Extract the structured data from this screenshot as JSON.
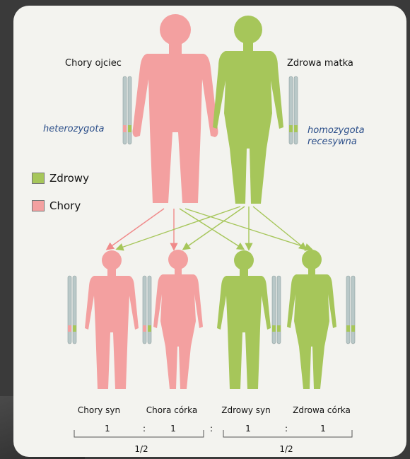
{
  "parents": {
    "father_label": "Chory ojciec",
    "mother_label": "Zdrowa matka",
    "father_genotype": "heterozygota",
    "mother_genotype_line1": "homozygota",
    "mother_genotype_line2": "recesywna"
  },
  "legend": {
    "healthy": "Zdrowy",
    "sick": "Chory",
    "healthy_color": "#a6c65a",
    "sick_color": "#f3a0a0"
  },
  "children": [
    {
      "label": "Chory syn",
      "status": "sick"
    },
    {
      "label": "Chora córka",
      "status": "sick"
    },
    {
      "label": "Zdrowy syn",
      "status": "healthy"
    },
    {
      "label": "Zdrowa córka",
      "status": "healthy"
    }
  ],
  "ratio": {
    "ones": [
      "1",
      "1",
      "1",
      "1"
    ],
    "separators": [
      ":",
      ":",
      ":"
    ],
    "halves": [
      "1/2",
      "1/2"
    ]
  }
}
